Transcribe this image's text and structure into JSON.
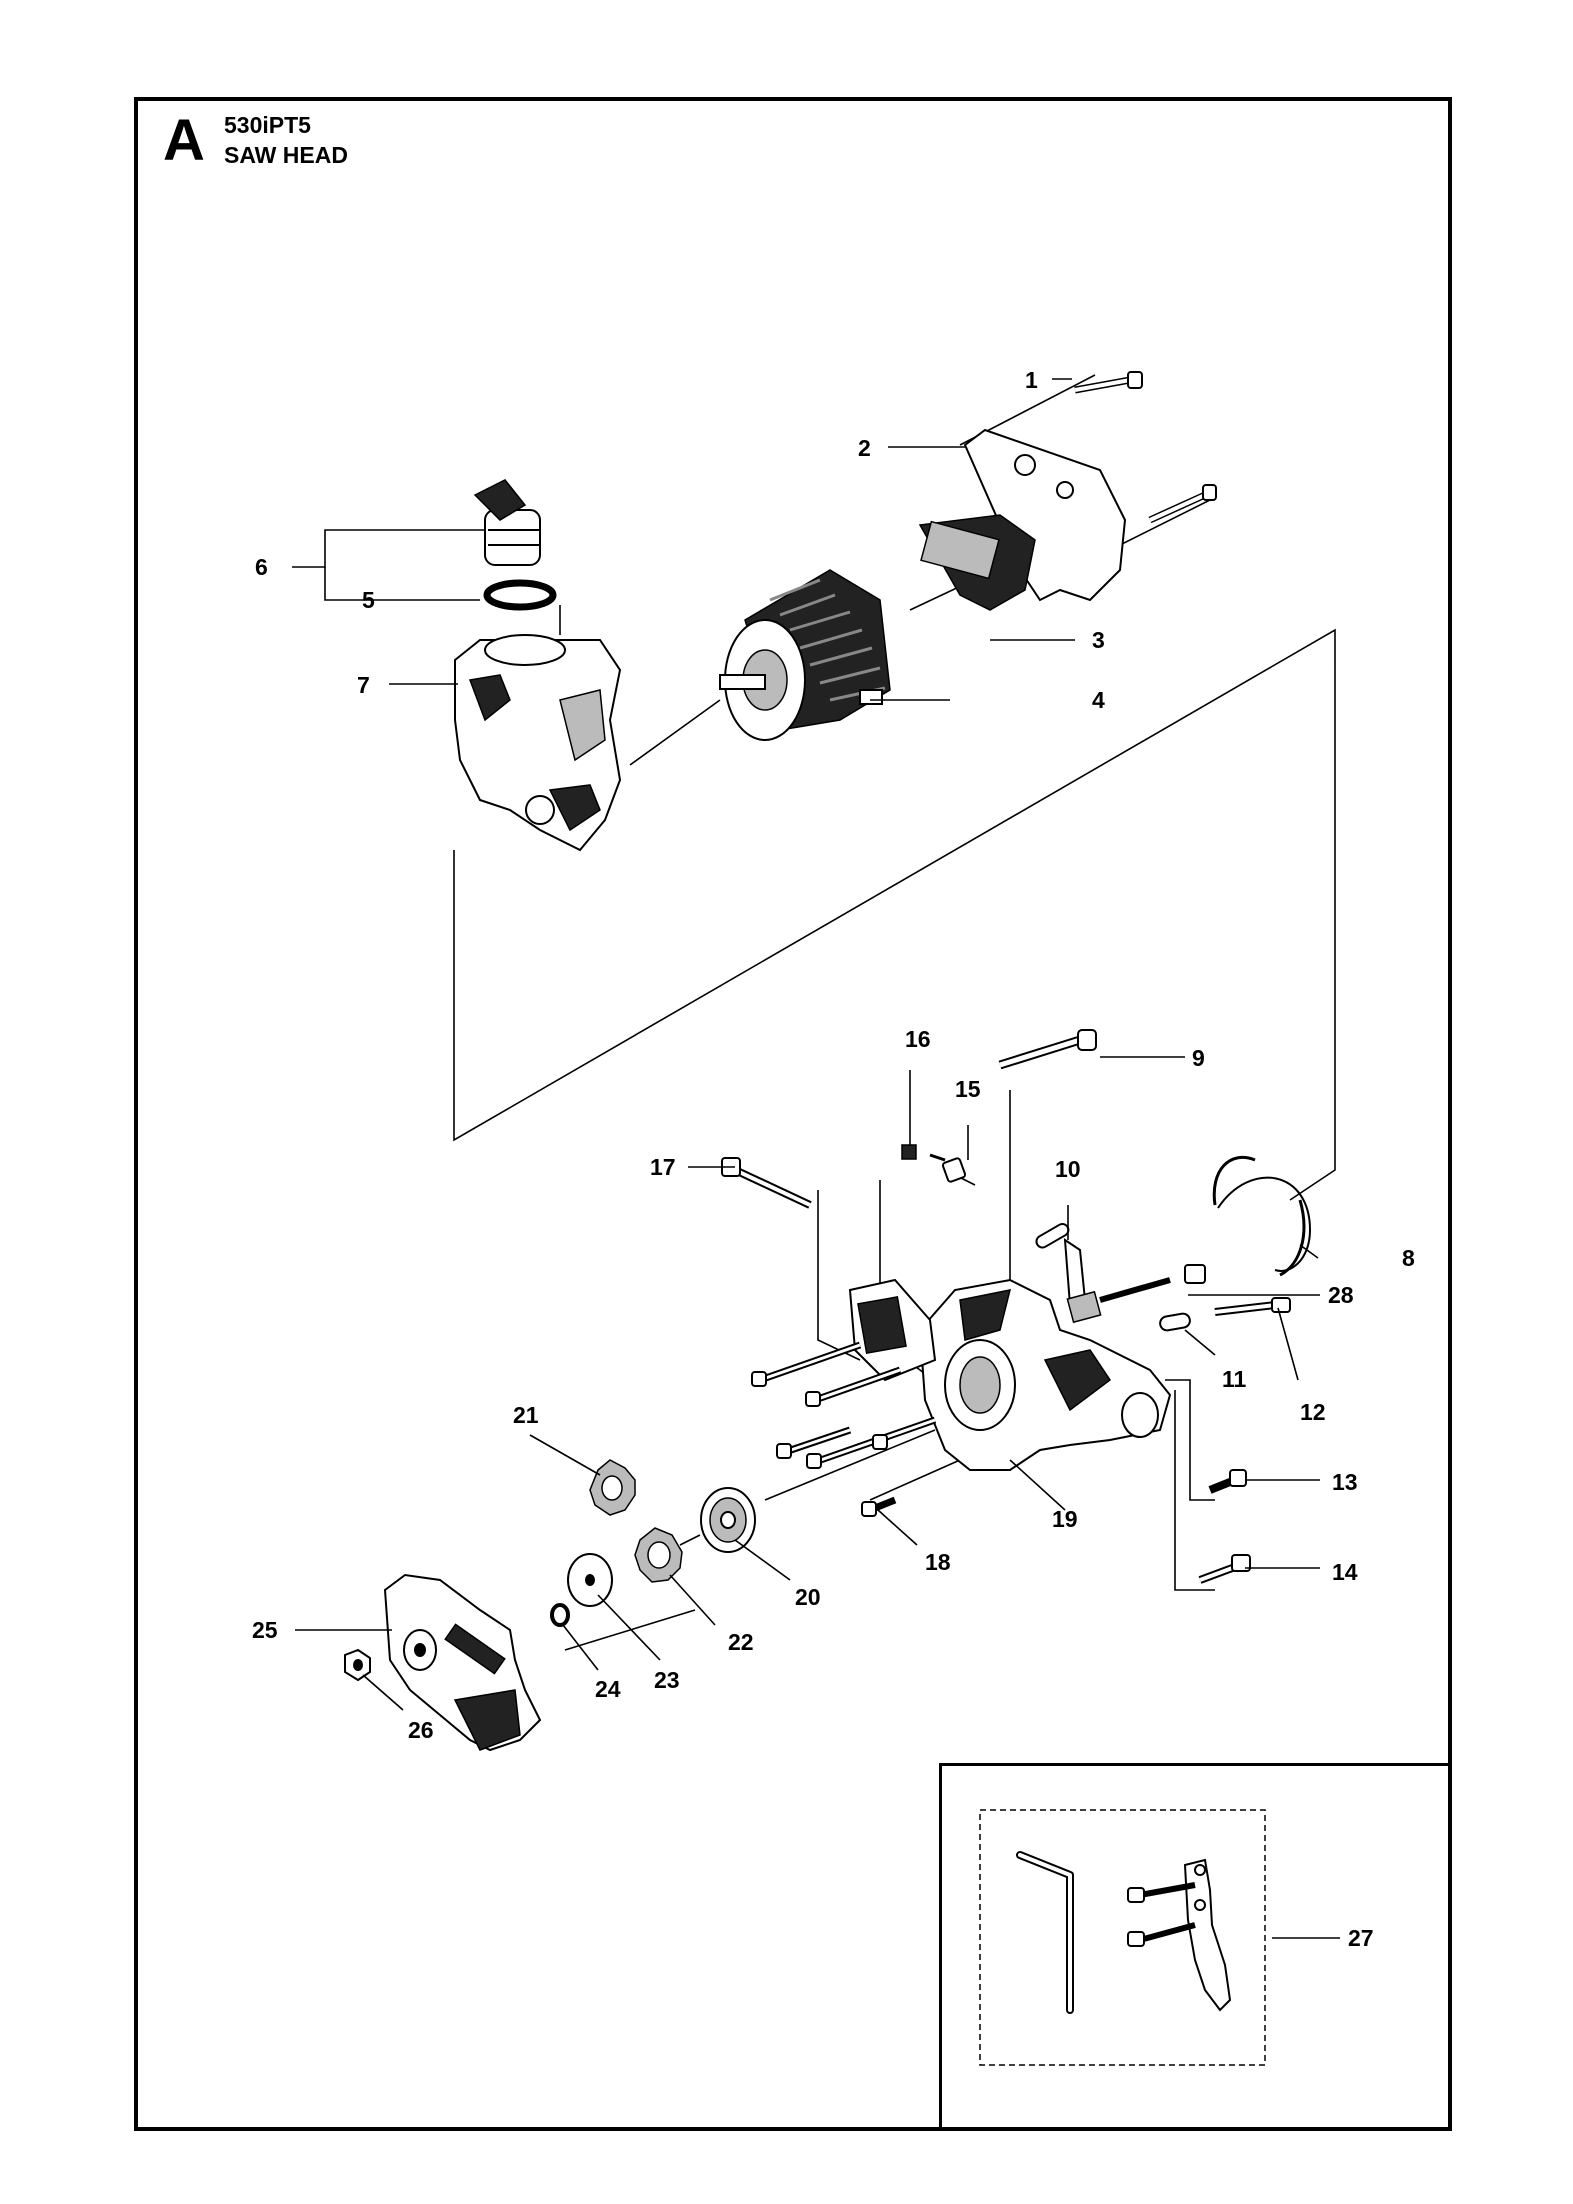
{
  "header": {
    "section_letter": "A",
    "model": "530iPT5",
    "title": "SAW HEAD"
  },
  "callouts": [
    "1",
    "2",
    "3",
    "4",
    "5",
    "6",
    "7",
    "8",
    "9",
    "10",
    "11",
    "12",
    "13",
    "14",
    "15",
    "16",
    "17",
    "18",
    "19",
    "20",
    "21",
    "22",
    "23",
    "24",
    "25",
    "26",
    "27",
    "28"
  ]
}
